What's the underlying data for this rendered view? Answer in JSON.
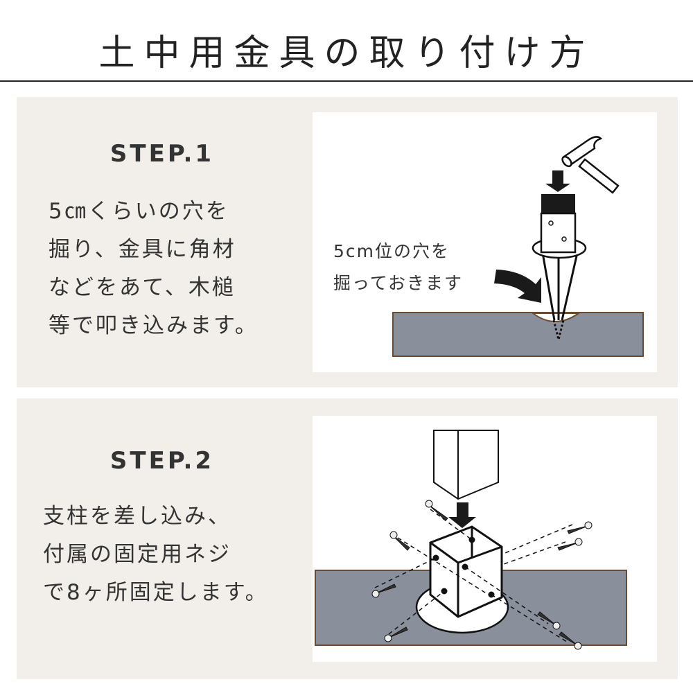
{
  "title": "土中用金具の取り付け方",
  "colors": {
    "panel_bg": "#f2efea",
    "ground_fill": "#8a8f9c",
    "ground_border": "#6b4a2e",
    "text": "#333333",
    "rule": "#222222"
  },
  "steps": [
    {
      "heading": "STEP.1",
      "lines": [
        "5㎝くらいの穴を",
        "掘り、金具に角材",
        "などをあて、木槌",
        "等で叩き込みます。"
      ],
      "illustration": {
        "caption_lines": [
          "5cm位の穴を",
          "掘っておきます"
        ],
        "icons": [
          "hammer-icon",
          "down-arrow-icon",
          "curved-arrow-icon",
          "ground-spike-bracket"
        ]
      }
    },
    {
      "heading": "STEP.2",
      "lines": [
        "支柱を差し込み、",
        "付属の固定用ネジ",
        "で8ヶ所固定します。"
      ],
      "illustration": {
        "screw_count": 8,
        "icons": [
          "post-icon",
          "down-arrow-icon",
          "bracket-box-icon",
          "screw-icon"
        ]
      }
    }
  ]
}
